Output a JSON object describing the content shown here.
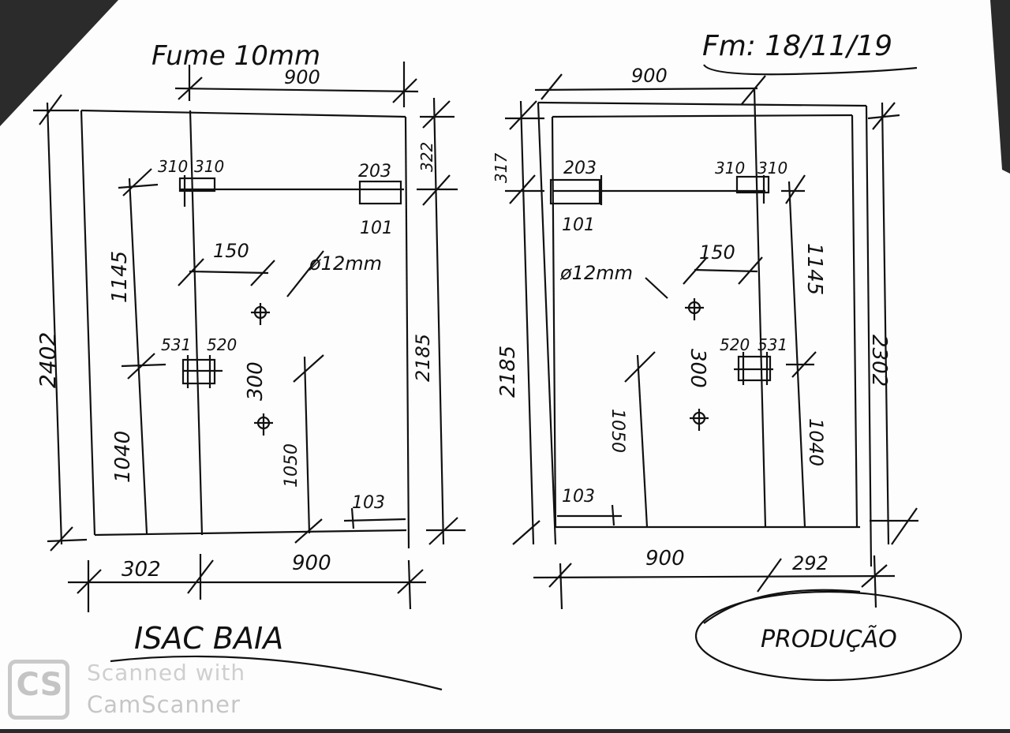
{
  "header": {
    "left_title": "Fume 10mm",
    "right_title": "Fm: 18/11/19"
  },
  "left_drawing": {
    "dim_top": "900",
    "dim_right_top": "322",
    "dim_left_total": "2402",
    "dim_hinge_upper": "1145",
    "dim_hinge_lower": "1040",
    "dim_right_height": "2185",
    "dim_bottom_left": "302",
    "dim_bottom_right": "900",
    "label_310a": "310",
    "label_310b": "310",
    "label_203": "203",
    "label_101": "101",
    "label_150": "150",
    "label_hole": "ø12mm",
    "label_531": "531",
    "label_520": "520",
    "label_300": "300",
    "label_1050": "1050",
    "label_103": "103"
  },
  "right_drawing": {
    "dim_top": "900",
    "dim_left_top": "317",
    "dim_left_height": "2185",
    "dim_right_total": "2302",
    "dim_hinge_upper": "1145",
    "dim_hinge_lower": "1040",
    "dim_bottom_right": "292",
    "dim_bottom_mid": "900",
    "label_203": "203",
    "label_101": "101",
    "label_310a": "310",
    "label_310b": "310",
    "label_150": "150",
    "label_hole": "ø12mm",
    "label_520": "520",
    "label_531": "531",
    "label_300": "300",
    "label_1050": "1050",
    "label_103": "103"
  },
  "footer": {
    "signature": "ISAC BAIA",
    "stamp": "PRODUÇÃO"
  },
  "watermark": {
    "badge": "CS",
    "line1": "Scanned with",
    "line2": "CamScanner"
  },
  "colors": {
    "paper": "#fdfdfd",
    "ink": "#111111",
    "background": "#2a2a2a",
    "watermark": "#c8c8c8"
  }
}
